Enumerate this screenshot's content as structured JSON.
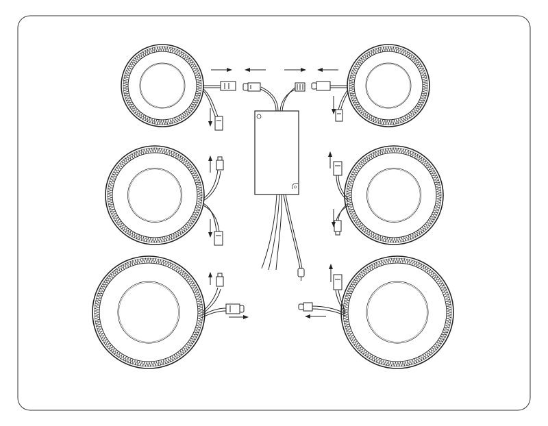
{
  "diagram": {
    "line_color": "#222222",
    "background": "#ffffff",
    "lights": [
      {
        "id": "top-left",
        "icon": "recessed-light-icon"
      },
      {
        "id": "top-right",
        "icon": "recessed-light-icon"
      },
      {
        "id": "middle-left",
        "icon": "recessed-light-icon"
      },
      {
        "id": "middle-right",
        "icon": "recessed-light-icon"
      },
      {
        "id": "bottom-left",
        "icon": "recessed-light-icon"
      },
      {
        "id": "bottom-right",
        "icon": "recessed-light-icon"
      }
    ],
    "driver": {
      "icon": "driver-box-icon"
    },
    "arrows": {
      "icon": "arrow-icon"
    }
  }
}
